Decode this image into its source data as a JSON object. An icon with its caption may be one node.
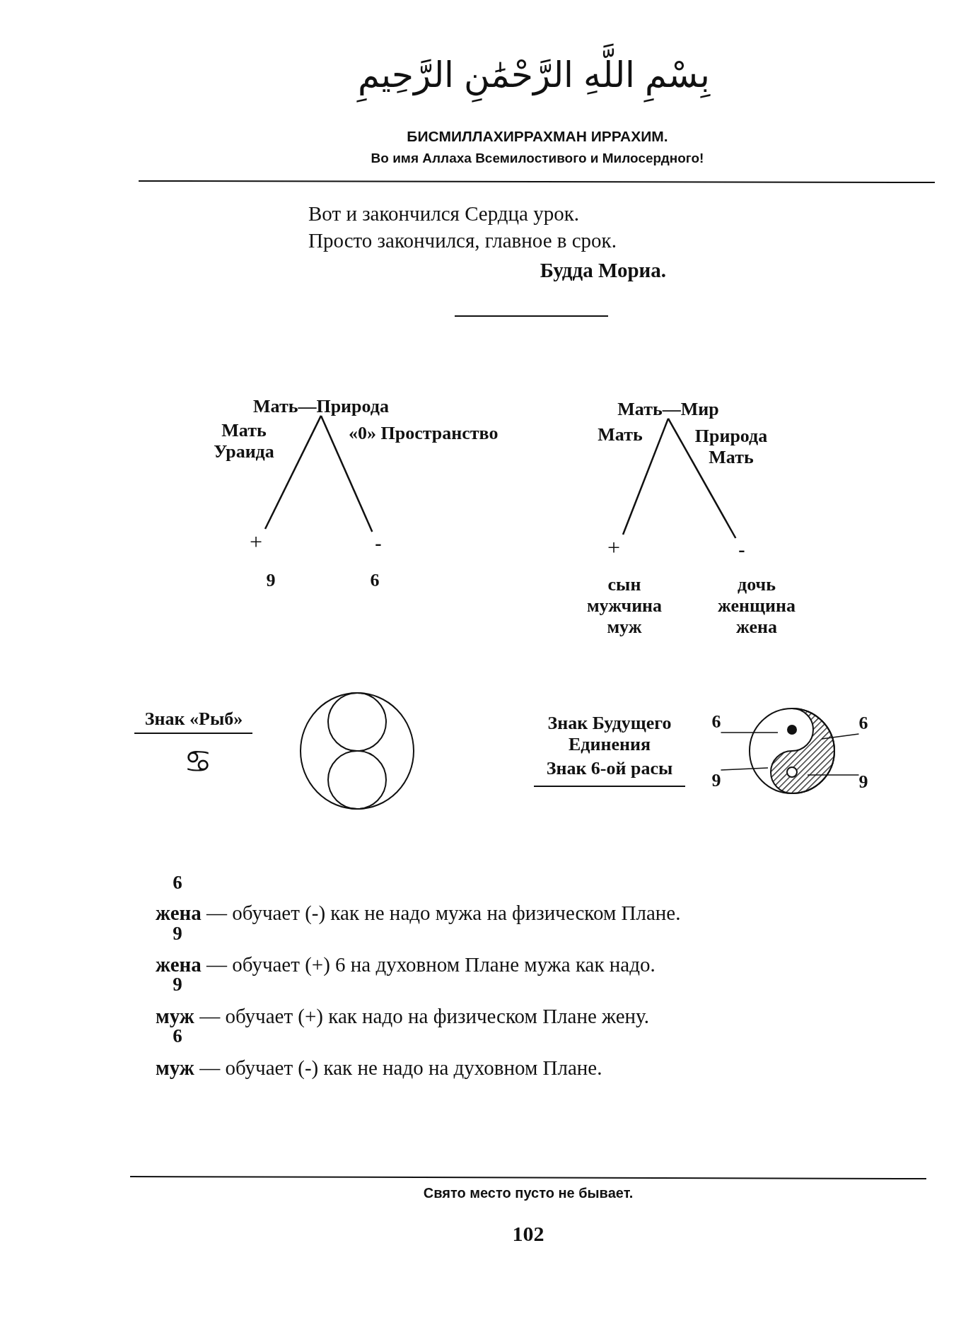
{
  "diagram": {
    "nodes": [
      {
        "text": [
          "Мать—Природа"
        ]
      },
      {
        "text": [
          "+"
        ]
      },
      {
        "text": [
          "-"
        ]
      },
      {
        "text": [
          "Мать—Мир"
        ]
      },
      {
        "text": [
          "+"
        ]
      },
      {
        "text": [
          "-"
        ]
      },
      {
        "text": [
          "6"
        ]
      },
      {
        "text": [
          "6"
        ]
      },
      {
        "text": [
          "9"
        ]
      },
      {
        "text": [
          "9"
        ]
      }
    ],
    "edges": [
      {
        "from": 0,
        "to": 1,
        "arrow": "none"
      },
      {
        "from": 0,
        "to": 2,
        "arrow": "none"
      },
      {
        "from": 3,
        "to": 4,
        "arrow": "none"
      },
      {
        "from": 3,
        "to": 5,
        "arrow": "none"
      },
      {
        "from": 6,
        "to": null,
        "arrow": "none"
      },
      {
        "from": 7,
        "to": null,
        "arrow": "none"
      },
      {
        "from": 8,
        "to": null,
        "arrow": "none"
      },
      {
        "from": 9,
        "to": null,
        "arrow": "none"
      }
    ],
    "labels": [
      "بِسْمِ اللَّهِ الرَّحْمَٰنِ الرَّحِيمِ",
      "БИСМИЛЛАХИРРАХМАН ИРРАХИМ.",
      "Во имя Аллаха Всемилостивого и Милосердного!",
      "Вот и закончился Сердца урок.",
      "Просто закончился, главное в срок.",
      "Будда Мориа.",
      "Мать Ураида",
      "«0» Пространство",
      "9",
      "6",
      "Мать",
      "Природа Мать",
      "сын мужчина муж",
      "дочь женщина жена",
      "Знак «Рыб»",
      "♋",
      "Знак Будущего Единения",
      "Знак 6-ой расы",
      "6",
      "**жена** — обучает (-) как не надо мужа на физическом Плане.",
      "9",
      "**жена** — обучает (+) 6 на духовном Плане мужа как надо.",
      "9",
      "**муж** — обучает (+) как надо на физическом Плане жену.",
      "6",
      "**муж** — обучает (-) как не надо на духовном Плане.",
      "Свято место пусто не бывает.",
      "102"
    ]
  }
}
